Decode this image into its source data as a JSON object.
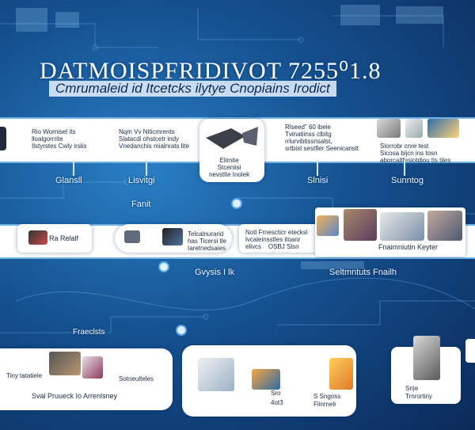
{
  "header": {
    "title": "DATMOISPFRIDIVOT 7255⁰1.8",
    "subtitle": "Cmrumaleid id Itcetcks ilytye Cnopiains Irodict"
  },
  "band1": {
    "blocks": [
      "Rio Wornisel its\nlloalgorrrite\nIlstyrstes Cwly irslis",
      "Nqm Vv Niticmrents\nSlatacdi ohstcetr indy\nVnedanchis mialnrats lite",
      "Elimite\nStceniisi\nnevstlte Inolek",
      "Rlseed\" 60 ibeie\nTvinatiinss clbitg\nrrlurvibtissnsalst,\nsrtbist sestfler Seenicanslt",
      "Slorrobr cnre test\nSicosa bijcn ins tosn\naborcaltfesiotdiou tis tiles"
    ]
  },
  "row_labels": [
    "Glansll",
    "Lisvitgi",
    "Slnisi",
    "Sunntog",
    "Fanit"
  ],
  "band2": {
    "blocks": [
      "Ra Relalf",
      "Telcalnurarid\nhas Ticersi tle\nIaretnedsaies",
      "Notl Frnescticr etecksl\nlvcaleinsstles itoanr\nelivcs    OSBJ Slsn",
      "Fnaimniutin Keyter"
    ]
  },
  "mid_labels": [
    "Gvysis I lk",
    "Seltmntuts Fnailh",
    "Fraeclsts"
  ],
  "bottom": {
    "left_card": [
      "Tiny tatatiele",
      "Sotneulteles",
      "Sval Pruueck Io Arrenlsney"
    ],
    "mid_card": [
      "Sro",
      "4ot3",
      "S Sngoss",
      "Fiinrnelr"
    ],
    "right_card": [
      "Sn|e",
      "Trnrortiny"
    ]
  },
  "colors": {
    "accent": "#5aa9e6",
    "band": "#ffffff",
    "bg": "#15508f"
  }
}
